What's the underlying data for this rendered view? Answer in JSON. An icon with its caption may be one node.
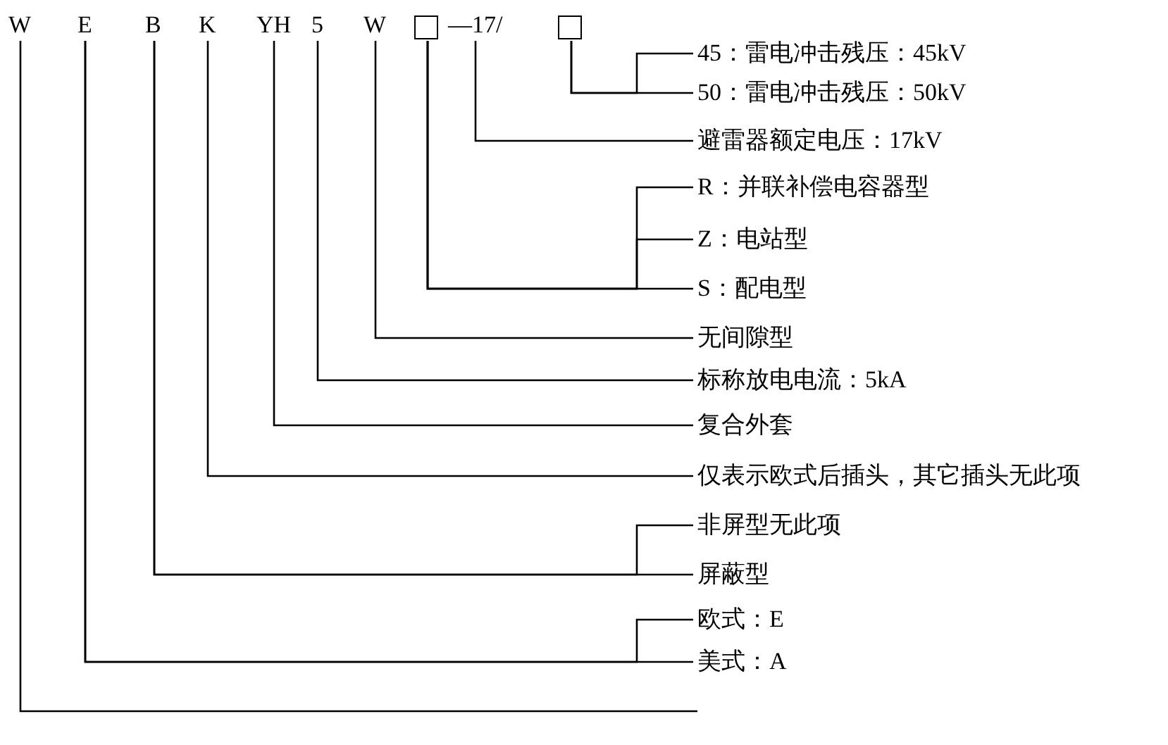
{
  "diagram": {
    "nodes": [
      {
        "text": [
          "W"
        ]
      },
      {
        "text": [
          "E"
        ]
      },
      {
        "text": [
          "B"
        ]
      },
      {
        "text": [
          "K"
        ]
      },
      {
        "text": [
          "YH"
        ]
      },
      {
        "text": [
          "5"
        ]
      },
      {
        "text": [
          "W"
        ]
      },
      {
        "text": [],
        "shape": "box"
      },
      {
        "text": [
          "—17/"
        ]
      },
      {
        "text": [],
        "shape": "box"
      },
      {
        "text": [
          "45：雷电冲击残压：45kV"
        ]
      },
      {
        "text": [
          "50：雷电冲击残压：50kV"
        ]
      },
      {
        "text": [
          "避雷器额定电压：17kV"
        ]
      },
      {
        "text": [
          "R：并联补偿电容器型"
        ]
      },
      {
        "text": [
          "Z：电站型"
        ]
      },
      {
        "text": [
          "S：配电型"
        ]
      },
      {
        "text": [
          "无间隙型"
        ]
      },
      {
        "text": [
          "标称放电电流：5kA"
        ]
      },
      {
        "text": [
          "复合外套"
        ]
      },
      {
        "text": [
          "仅表示欧式后插头，其它插头无此项"
        ]
      },
      {
        "text": [
          "非屏型无此项"
        ]
      },
      {
        "text": [
          "屏蔽型"
        ]
      },
      {
        "text": [
          "欧式：E"
        ]
      },
      {
        "text": [
          "美式：A"
        ]
      }
    ],
    "edges": [
      {
        "from": 9,
        "to": 10,
        "arrow": "none"
      },
      {
        "from": 9,
        "to": 11,
        "arrow": "none"
      },
      {
        "from": 8,
        "to": 12,
        "arrow": "none"
      },
      {
        "from": 7,
        "to": 13,
        "arrow": "none"
      },
      {
        "from": 7,
        "to": 14,
        "arrow": "none"
      },
      {
        "from": 7,
        "to": 15,
        "arrow": "none"
      },
      {
        "from": 6,
        "to": 16,
        "arrow": "none"
      },
      {
        "from": 5,
        "to": 17,
        "arrow": "none"
      },
      {
        "from": 4,
        "to": 18,
        "arrow": "none"
      },
      {
        "from": 3,
        "to": 19,
        "arrow": "none"
      },
      {
        "from": 2,
        "to": 20,
        "arrow": "none"
      },
      {
        "from": 2,
        "to": 21,
        "arrow": "none"
      },
      {
        "from": 1,
        "to": 22,
        "arrow": "none"
      },
      {
        "from": 1,
        "to": 23,
        "arrow": "none"
      },
      {
        "from": 0,
        "to": null,
        "arrow": "none"
      }
    ]
  }
}
